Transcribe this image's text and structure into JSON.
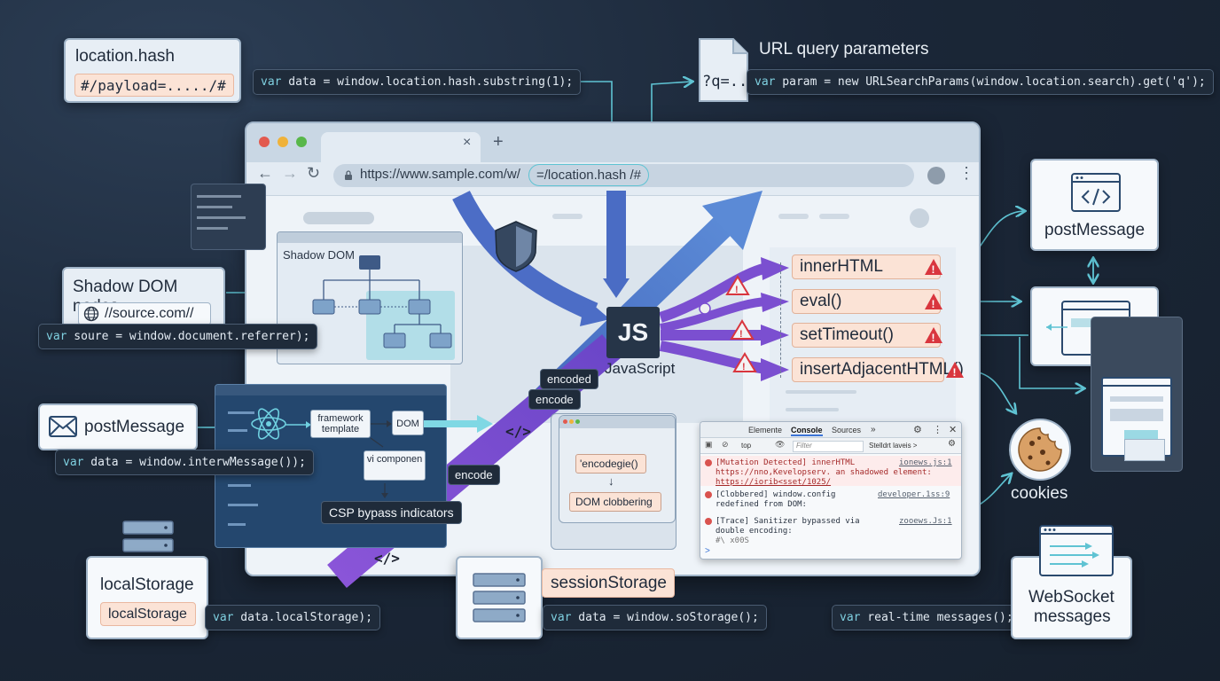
{
  "browser": {
    "url": "https://www.sample.com/w/",
    "url_hash_highlight": "=/location.hash /#",
    "tab_close": "×",
    "tab_new": "+"
  },
  "sources": {
    "location_hash": {
      "title": "location.hash",
      "value": "#/payload=...../#",
      "code_kw": "var",
      "code": " data = window.location.hash.substring(1);"
    },
    "url_query": {
      "title": "URL query parameters",
      "value": "?q=...",
      "code_kw": "var",
      "code": " param = new URLSearchParams(window.location.search).get('q');"
    },
    "shadow_dom": {
      "title": "Shadow DOM nodes",
      "value": "//source.com//",
      "code_kw": "var",
      "code": " soure = window.document.referrer);"
    },
    "post_message": {
      "title": "postMessage",
      "code_kw": "var",
      "code": " data = window.interwMessage());"
    },
    "local_storage": {
      "title": "localStorage",
      "value": "localStorage",
      "code_kw": "var",
      "code": " data.localStorage);"
    },
    "session_storage": {
      "title": "sessionStorage",
      "code_kw": "var",
      "code": " data = window.soStorage();"
    },
    "websocket": {
      "title_line1": "WebSocket",
      "title_line2": "messages",
      "code_kw": "var",
      "code": " real-time messages();"
    }
  },
  "right_panel": {
    "post_message": "postMessage",
    "cookies": "cookies"
  },
  "center": {
    "js_logo": "JS",
    "js_label": "JavaScript",
    "shadow_dom_label": "Shadow DOM",
    "framework_template": "framework template",
    "dom_label": "DOM",
    "vi_component": "vi componen",
    "csp": "CSP bypass indicators",
    "encode_tags": [
      "encoded",
      "encode",
      "encode"
    ],
    "encodegie": "'encodegie()",
    "dom_clobbering": "DOM clobbering",
    "code_glyph": "</>"
  },
  "sinks": [
    "innerHTML",
    "eval()",
    "setTimeout()",
    "insertAdjacentHTML()"
  ],
  "devtools": {
    "tabs": [
      "Elemente",
      "Console",
      "Sources",
      "»"
    ],
    "filter_context": "top",
    "filter_placeholder": "Filter",
    "levels": "Stelldrt laveis >",
    "messages": [
      {
        "lines": [
          "[Mutation Detected] innerHTML",
          "https://nno,Kevelopserv. an shadowed element:",
          "https://iorib<sset/1025/"
        ],
        "file": "ionews.js:1"
      },
      {
        "lines": [
          "[Clobbered] window.config",
          "redefined from DOM:"
        ],
        "file": "developer.1ss:9"
      },
      {
        "lines": [
          "[Trace] Sanitizer bypassed via",
          "double encoding:",
          "#\\ x00S"
        ],
        "file": "zooews.Js:1"
      }
    ],
    "prompt": ">"
  },
  "colors": {
    "blue_arrow": "#4c74c9",
    "purple_arrow": "#7b4fd0",
    "teal_link": "#5fc3d3",
    "warn_red": "#d9363e"
  }
}
